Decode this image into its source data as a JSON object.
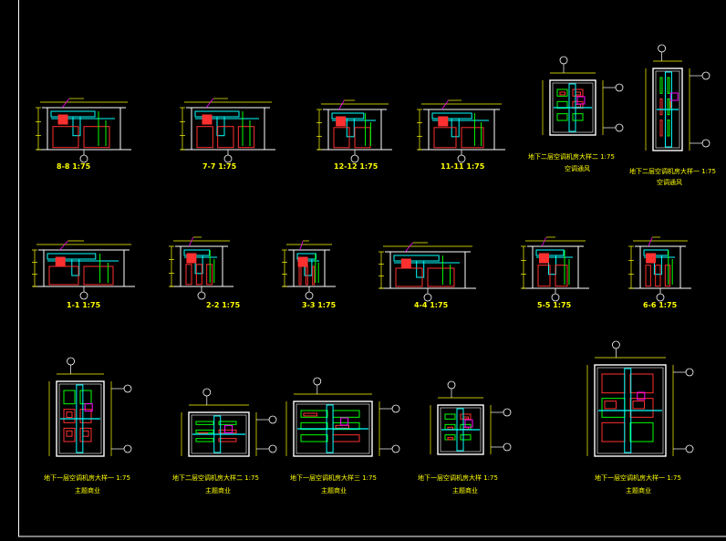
{
  "drawing": {
    "background": "#000000",
    "colors": {
      "frame": "#ffffff",
      "label": "#ffff00",
      "wall": "#ffffff",
      "duct": "#00ffff",
      "equipment": "#ff3030",
      "pipe": "#00ff00",
      "dim": "#ffff00",
      "accent": "#ff00ff"
    },
    "views": [
      {
        "id": "section-8-8",
        "title": "8-8 1:75"
      },
      {
        "id": "section-7-7",
        "title": "7-7 1:75"
      },
      {
        "id": "section-12-12",
        "title": "12-12 1:75"
      },
      {
        "id": "section-11-11",
        "title": "11-11 1:75"
      },
      {
        "id": "plan-b2-core2",
        "title": "地下二层空调机房大样二 1:75",
        "subtitle": "空调通风"
      },
      {
        "id": "plan-b2-core1",
        "title": "地下二层空调机房大样一 1:75",
        "subtitle": "空调通风"
      },
      {
        "id": "section-1-1",
        "title": "1-1 1:75"
      },
      {
        "id": "section-2-2",
        "title": "2-2 1:75"
      },
      {
        "id": "section-3-3",
        "title": "3-3 1:75"
      },
      {
        "id": "section-4-4",
        "title": "4-4 1:75"
      },
      {
        "id": "section-5-5",
        "title": "5-5 1:75"
      },
      {
        "id": "section-6-6",
        "title": "6-6 1:75"
      },
      {
        "id": "plan-b1-1",
        "title": "地下一层空调机房大样一 1:75",
        "subtitle": "主题商业"
      },
      {
        "id": "plan-b1-2",
        "title": "地下二层空调机房大样二 1:75",
        "subtitle": "主题商业"
      },
      {
        "id": "plan-b1-3",
        "title": "地下一层空调机房大样三 1:75",
        "subtitle": "主题商业"
      },
      {
        "id": "plan-b1-4",
        "title": "地下一层空调机房大样 1:75",
        "subtitle": "主题商业"
      },
      {
        "id": "plan-b1-5",
        "title": "地下一层空调机房大样一 1:75",
        "subtitle": "主题商业"
      }
    ]
  }
}
